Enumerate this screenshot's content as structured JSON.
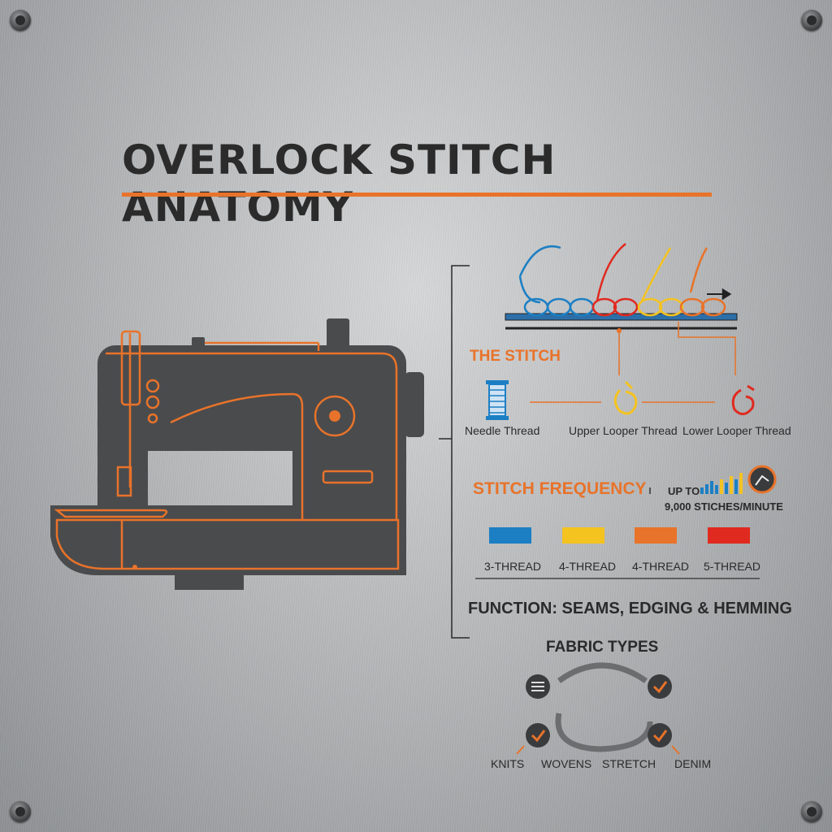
{
  "title": "OVERLOCK STITCH ANATOMY",
  "stitch": {
    "heading": "THE STITCH",
    "threads": [
      "Needle Thread",
      "Upper Looper Thread",
      "Lower Looper Thread"
    ]
  },
  "frequency": {
    "heading": "STITCH FREQUENCY",
    "line1": "UP TO",
    "line2": "9,000 STICHES/MINUTE",
    "options": [
      {
        "label": "3-THREAD",
        "color": "#1c7fc4"
      },
      {
        "label": "4-THREAD",
        "color": "#f5c320"
      },
      {
        "label": "4-THREAD",
        "color": "#e8732a"
      },
      {
        "label": "5-THREAD",
        "color": "#e02a1f"
      }
    ]
  },
  "function_text": "FUNCTION: SEAMS, EDGING & HEMMING",
  "fabric": {
    "heading": "FABRIC TYPES",
    "types": [
      "KNITS",
      "WOVENS",
      "STRETCH",
      "DENIM"
    ]
  },
  "colors": {
    "accent": "#e8732a",
    "machine": "#4a4b4d",
    "blue": "#1c7fc4",
    "yellow": "#f5c320",
    "red": "#e02a1f"
  },
  "icons": [
    "spool-icon",
    "upper-looper-icon",
    "lower-looper-icon",
    "bar-chart-icon",
    "gauge-icon",
    "check-icon",
    "thread-icon",
    "sewing-machine-icon"
  ]
}
